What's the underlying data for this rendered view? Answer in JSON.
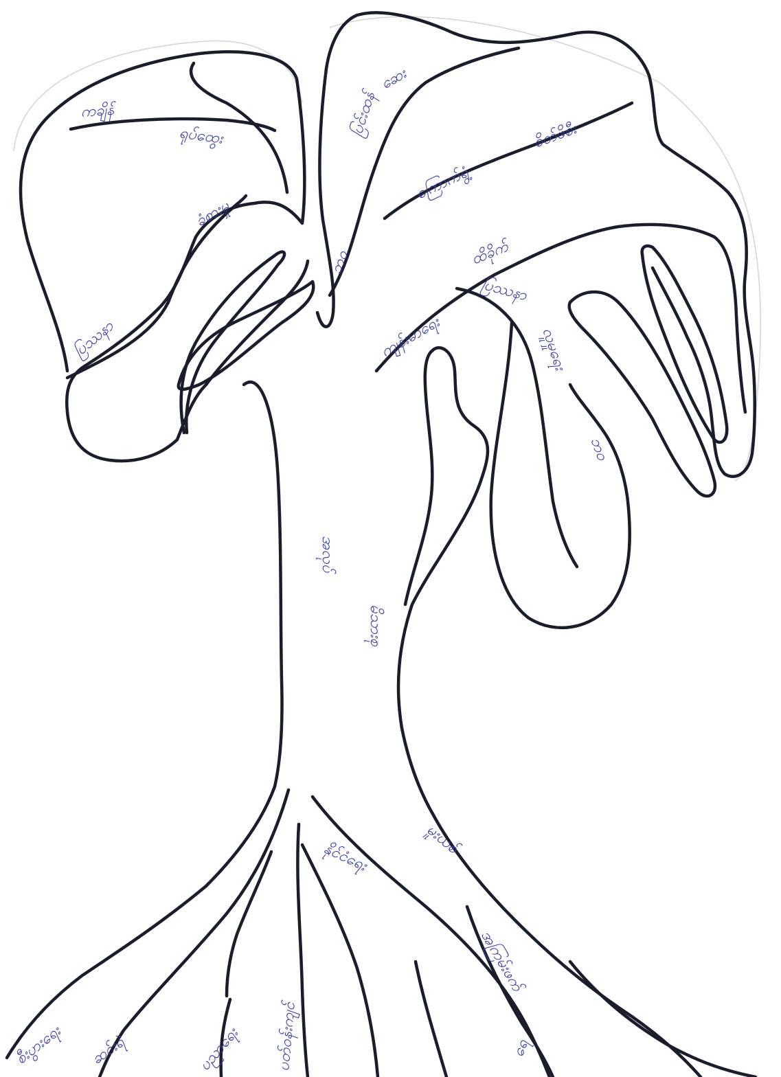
{
  "colors": {
    "background": "#ffffff",
    "outline": "#1c1d2b",
    "ink": "#3b3f9a",
    "pencil": "#d4d4d4"
  },
  "handwriting": [
    "ကချိန်",
    "ရုပ်ထွေး",
    "ခံစားမှု",
    "ပြဿနာ",
    "ပြင်းထန်",
    "ဘဝ",
    "ဆေး",
    "ကြောက်ရွံ့",
    "စိတ်ဖိစီး",
    "ထိခိုက်",
    "ကျန်းမာရေး",
    "လူမှုရေး",
    "ပြဿနာ",
    "ဘဝ",
    "အလုပ်",
    "မိသားစု",
    "စီးပွားရေး",
    "ဆင်းရဲ",
    "ပညာရေး",
    "ပတ်ဝန်းကျင်",
    "နိုင်ငံရေး",
    "မူးယစ်",
    "အကြမ်းဖက်",
    "ရေ"
  ]
}
